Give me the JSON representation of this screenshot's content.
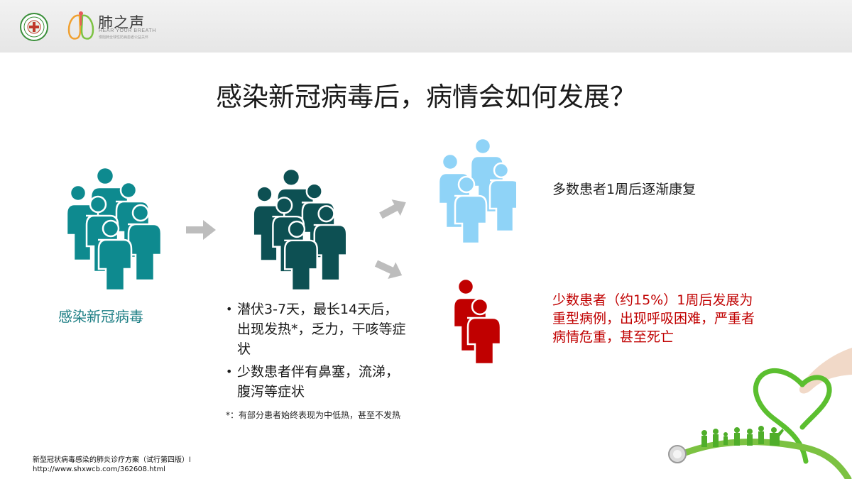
{
  "header": {
    "brand_name": "肺之声",
    "brand_sub": "HEAR YOUR BREATH",
    "brand_sub2": "慢阻肺全球性防病患者公益关怀"
  },
  "title": "感染新冠病毒后，病情会如何发展？",
  "stages": {
    "infected_label": "感染新冠病毒",
    "incubation_bullets": [
      "潜伏3-7天，最长14天后，出现发热*，乏力，干咳等症状",
      "少数患者伴有鼻塞，流涕，腹泻等症状"
    ],
    "footnote": "*：有部分患者始终表现为中低热，甚至不发热"
  },
  "outcomes": {
    "recover": "多数患者1周后逐渐康复",
    "severe": "少数患者（约15%）1周后发展为重型病例，出现呼吸困难，严重者病情危重，甚至死亡"
  },
  "source": {
    "line1": "新型冠状病毒感染的肺炎诊疗方案（试行第四版）l",
    "line2": "http://www.shxwcb.com/362608.html"
  },
  "colors": {
    "teal": "#0e8a8f",
    "dark_teal": "#0d5053",
    "light_blue": "#8fd3f7",
    "red": "#c00000",
    "arrow_gray": "#bdbdbd"
  },
  "icons": {
    "seal": "hospital-seal-icon",
    "lung": "lung-logo-icon",
    "people": "people-group-icon",
    "arrow": "arrow-right-icon"
  }
}
